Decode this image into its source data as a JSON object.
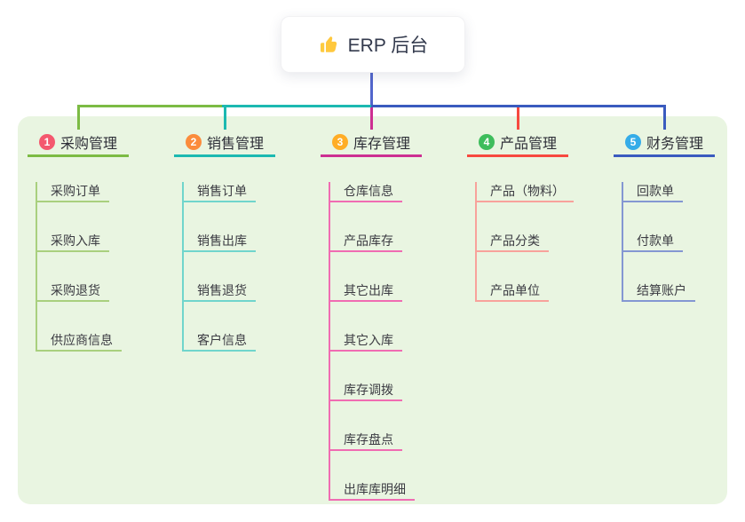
{
  "root": {
    "title": "ERP 后台",
    "icon": "thumbs-up-icon"
  },
  "connector": {
    "root_line_color": "#5266cc"
  },
  "canvas": {
    "panel_bg": "#e9f5e1",
    "page_bg": "#ffffff"
  },
  "branches": [
    {
      "index": "1",
      "title": "采购管理",
      "badge_color": "#f4586e",
      "line_color": "#7cbb44",
      "child_line_color": "#a9d07e",
      "children": [
        "采购订单",
        "采购入库",
        "采购退货",
        "供应商信息"
      ]
    },
    {
      "index": "2",
      "title": "销售管理",
      "badge_color": "#fb8c3c",
      "line_color": "#1cb9b1",
      "child_line_color": "#70d5cc",
      "children": [
        "销售订单",
        "销售出库",
        "销售退货",
        "客户信息"
      ]
    },
    {
      "index": "3",
      "title": "库存管理",
      "badge_color": "#ffad26",
      "line_color": "#cd2f92",
      "child_line_color": "#f06cb2",
      "children": [
        "仓库信息",
        "产品库存",
        "其它出库",
        "其它入库",
        "库存调拨",
        "库存盘点",
        "出库库明细"
      ]
    },
    {
      "index": "4",
      "title": "产品管理",
      "badge_color": "#3ebd5c",
      "line_color": "#f7493f",
      "child_line_color": "#f8a29b",
      "children": [
        "产品（物料）",
        "产品分类",
        "产品单位"
      ]
    },
    {
      "index": "5",
      "title": "财务管理",
      "badge_color": "#35ace8",
      "line_color": "#3a5bbf",
      "child_line_color": "#8497d2",
      "children": [
        "回款单",
        "付款单",
        "结算账户"
      ]
    }
  ]
}
